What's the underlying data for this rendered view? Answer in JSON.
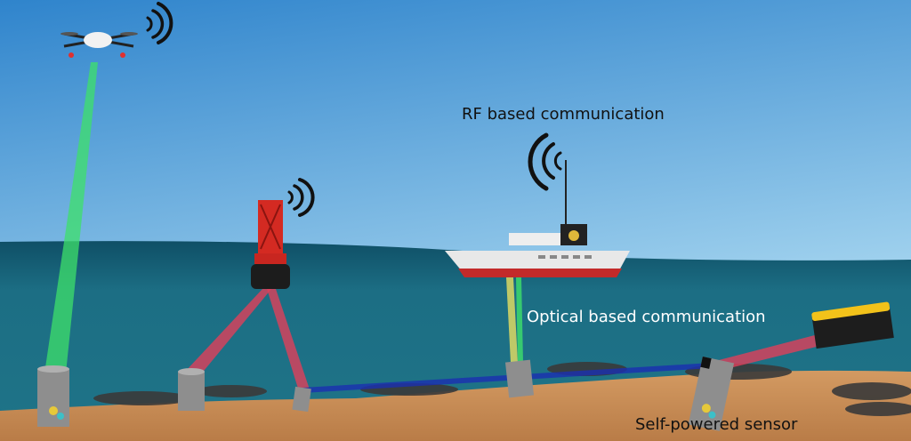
{
  "labels": {
    "rf": "RF based communication",
    "optical": "Optical based communication",
    "sensor": "Self-powered sensor"
  },
  "colors": {
    "sky_top": "#3d8fd2",
    "sky_horizon": "#b4e0f4",
    "water": "#1b6a80",
    "sand": "#c98e58",
    "green_beam": "#3ee06a",
    "red_beam": "#e0405a",
    "blue_beam": "#1a2fb0",
    "yellow_beam": "#e8e060",
    "rov": "#f2c21a",
    "buoy": "#d42a22"
  },
  "icons": [
    "drone-icon",
    "signal-waves-icon",
    "buoy-icon",
    "ship-icon",
    "rov-icon",
    "sensor-icon"
  ]
}
